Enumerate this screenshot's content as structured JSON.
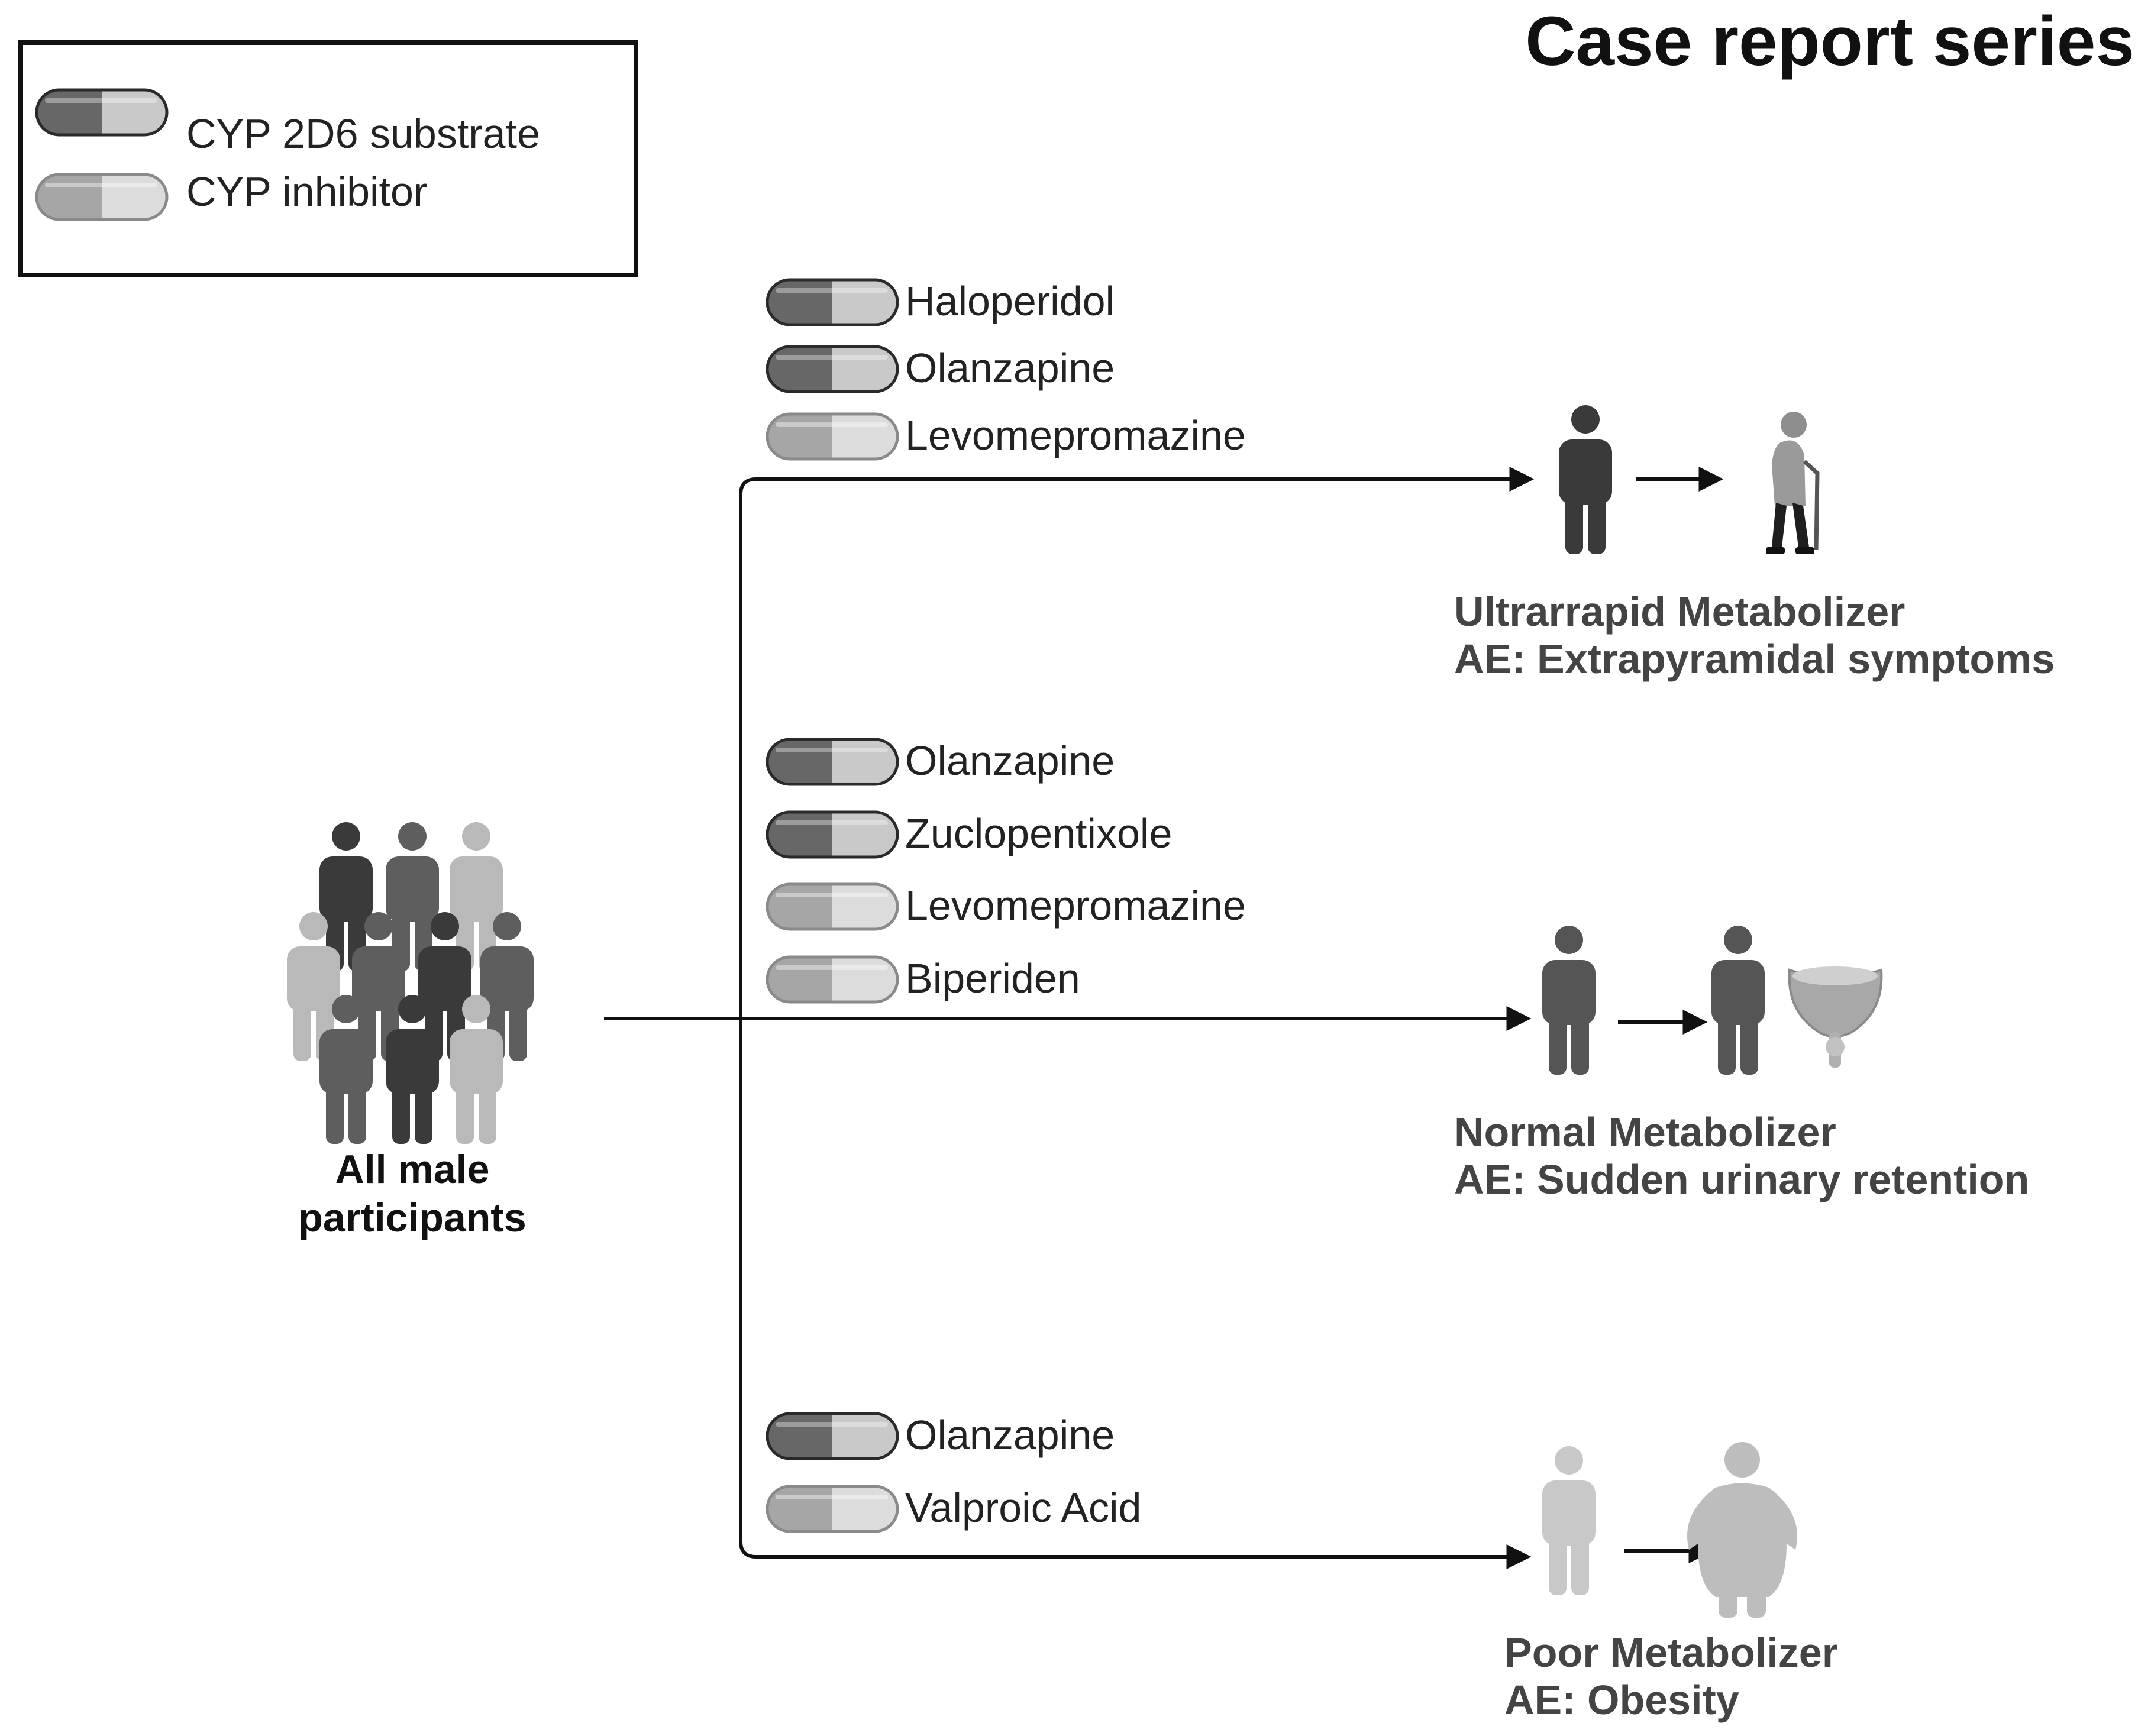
{
  "title": "Case report series",
  "legend": {
    "substrate_label": "CYP 2D6 substrate",
    "inhibitor_label": "CYP  inhibitor"
  },
  "population": {
    "label_line1": "All male",
    "label_line2": "participants"
  },
  "branches": [
    {
      "drugs": [
        {
          "name": "Haloperidol",
          "type": "substrate"
        },
        {
          "name": "Olanzapine",
          "type": "substrate"
        },
        {
          "name": "Levomepromazine",
          "type": "inhibitor"
        }
      ],
      "phenotype": "Ultrarrapid Metabolizer",
      "adverse_event": "AE: Extrapyramidal symptoms"
    },
    {
      "drugs": [
        {
          "name": "Olanzapine",
          "type": "substrate"
        },
        {
          "name": "Zuclopentixole",
          "type": "substrate"
        },
        {
          "name": "Levomepromazine",
          "type": "inhibitor"
        },
        {
          "name": "Biperiden",
          "type": "inhibitor"
        }
      ],
      "phenotype": "Normal Metabolizer",
      "adverse_event": "AE: Sudden urinary retention"
    },
    {
      "drugs": [
        {
          "name": "Olanzapine",
          "type": "substrate"
        },
        {
          "name": "Valproic Acid",
          "type": "inhibitor"
        }
      ],
      "phenotype": "Poor Metabolizer",
      "adverse_event": "AE: Obesity"
    }
  ],
  "colors": {
    "substrate_dark": "#666666",
    "substrate_light": "#c8c8c8",
    "inhibitor_dark": "#a6a6a6",
    "inhibitor_light": "#dcdcdc",
    "person_dark": "#3a3a3a",
    "person_mid": "#5e5e5e",
    "person_light": "#b9b9b9"
  },
  "icons": [
    "capsule-icon",
    "person-icon",
    "elderly-person-icon",
    "bladder-icon",
    "obese-person-icon",
    "crowd-icon",
    "arrow-icon"
  ]
}
